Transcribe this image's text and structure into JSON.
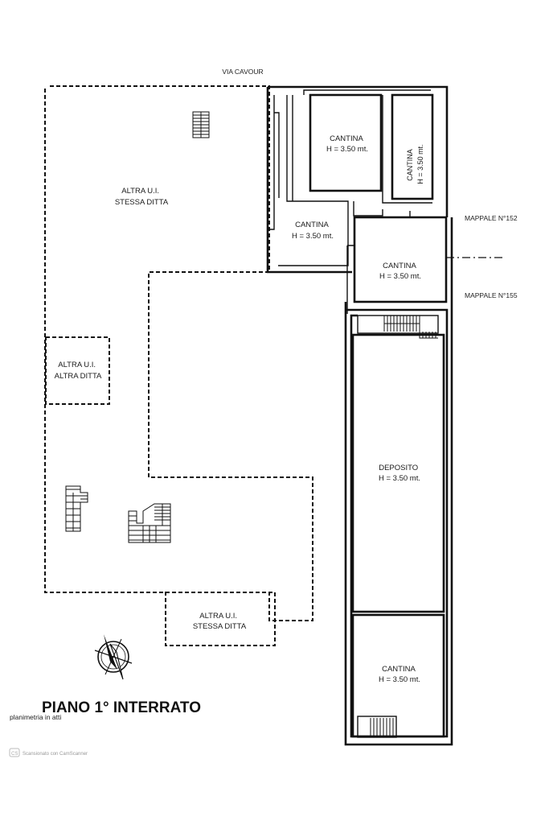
{
  "street": {
    "label": "VIA  CAVOUR"
  },
  "parcels": {
    "north": "MAPPALE N°152",
    "south": "MAPPALE N°155"
  },
  "rooms": {
    "altra_stessa_top": {
      "line1": "ALTRA U.I.",
      "line2": "STESSA DITTA"
    },
    "altra_altra": {
      "line1": "ALTRA U.I.",
      "line2": "ALTRA DITTA"
    },
    "altra_stessa_bottom": {
      "line1": "ALTRA U.I.",
      "line2": "STESSA DITTA"
    },
    "cantina_top": {
      "line1": "CANTINA",
      "line2": "H = 3.50 mt."
    },
    "cantina_vertical": {
      "line1": "CANTINA",
      "line2": "H = 3.50 mt."
    },
    "cantina_mid_left": {
      "line1": "CANTINA",
      "line2": "H = 3.50 mt."
    },
    "cantina_mid_right": {
      "line1": "CANTINA",
      "line2": "H = 3.50 mt."
    },
    "deposito": {
      "line1": "DEPOSITO",
      "line2": "H = 3.50 mt."
    },
    "cantina_bottom": {
      "line1": "CANTINA",
      "line2": "H = 3.50 mt."
    }
  },
  "title": "PIANO 1° INTERRATO",
  "caption": "planimetria in atti",
  "watermark": "Scansionato con CamScanner"
}
